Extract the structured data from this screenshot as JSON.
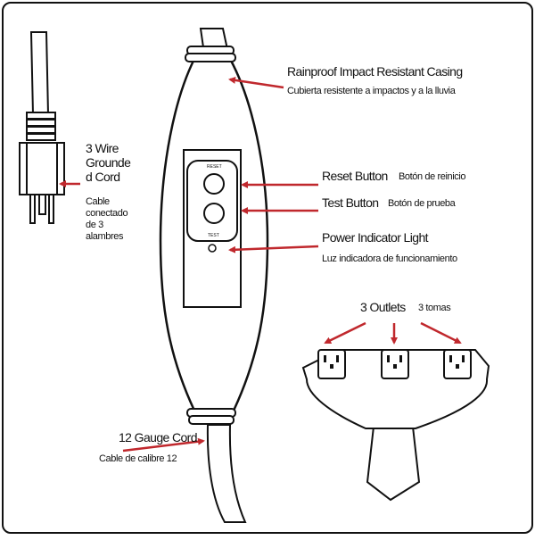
{
  "labels": {
    "casing_en": "Rainproof Impact Resistant Casing",
    "casing_es": "Cubierta resistente a impactos y a la lluvia",
    "reset_en": "Reset Button",
    "reset_es": "Botón de reinicio",
    "test_en": "Test Button",
    "test_es": "Botón de prueba",
    "power_en": "Power Indicator Light",
    "power_es": "Luz indicadora de funcionamiento",
    "cord_en_1": "3 Wire",
    "cord_en_2": "Grounde",
    "cord_en_3": "d Cord",
    "cord_es_1": "Cable",
    "cord_es_2": "conectado",
    "cord_es_3": "de 3",
    "cord_es_4": "alambres",
    "outlets_en": "3 Outlets",
    "outlets_es": "3 tomas",
    "gauge_en": "12 Gauge Cord",
    "gauge_es": "Cable  de calibre 12"
  },
  "panel": {
    "reset_mark": "RESET",
    "test_mark": "TEST"
  },
  "colors": {
    "arrow": "#c0282d",
    "line": "#111111",
    "border": "#111111"
  }
}
